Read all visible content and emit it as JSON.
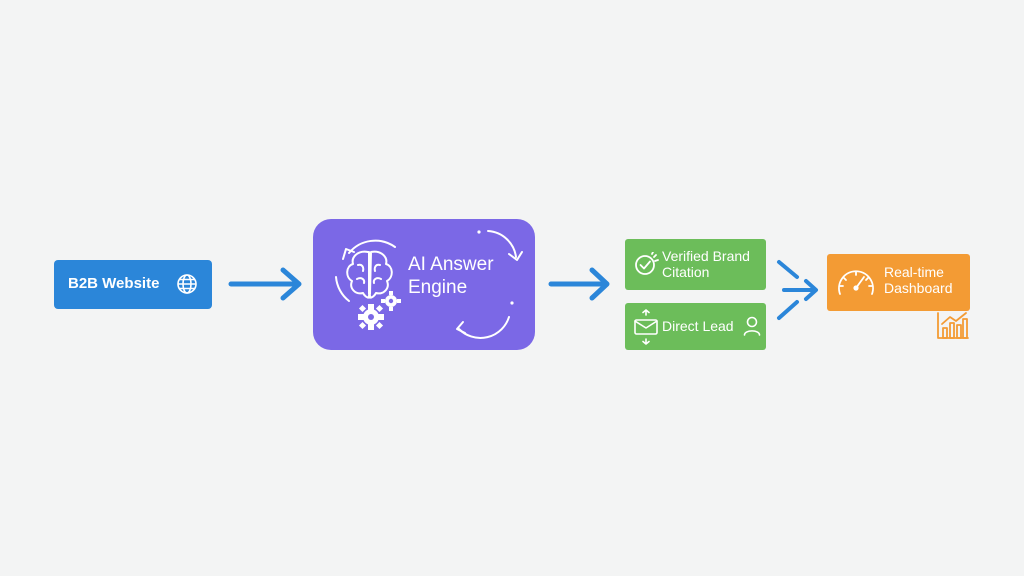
{
  "nodes": {
    "website": {
      "label": "B2B Website"
    },
    "engine": {
      "label": "AI Answer\nEngine"
    },
    "citation": {
      "label": "Verified Brand\nCitation"
    },
    "lead": {
      "label": "Direct Lead"
    },
    "dashboard": {
      "label": "Real-time\nDashboard"
    }
  },
  "colors": {
    "background": "#f3f4f4",
    "website": "#2b86d9",
    "engine": "#7b68e6",
    "outcome": "#6cbd5a",
    "dashboard": "#f39b34",
    "arrow": "#2b86d9"
  },
  "icons": {
    "website": "globe-icon",
    "engine": [
      "brain-icon",
      "gear-icon",
      "cycle-arrow-icon"
    ],
    "citation": "verified-check-icon",
    "lead": [
      "envelope-icon",
      "user-icon"
    ],
    "dashboard": [
      "speedometer-icon",
      "bar-chart-icon"
    ]
  }
}
